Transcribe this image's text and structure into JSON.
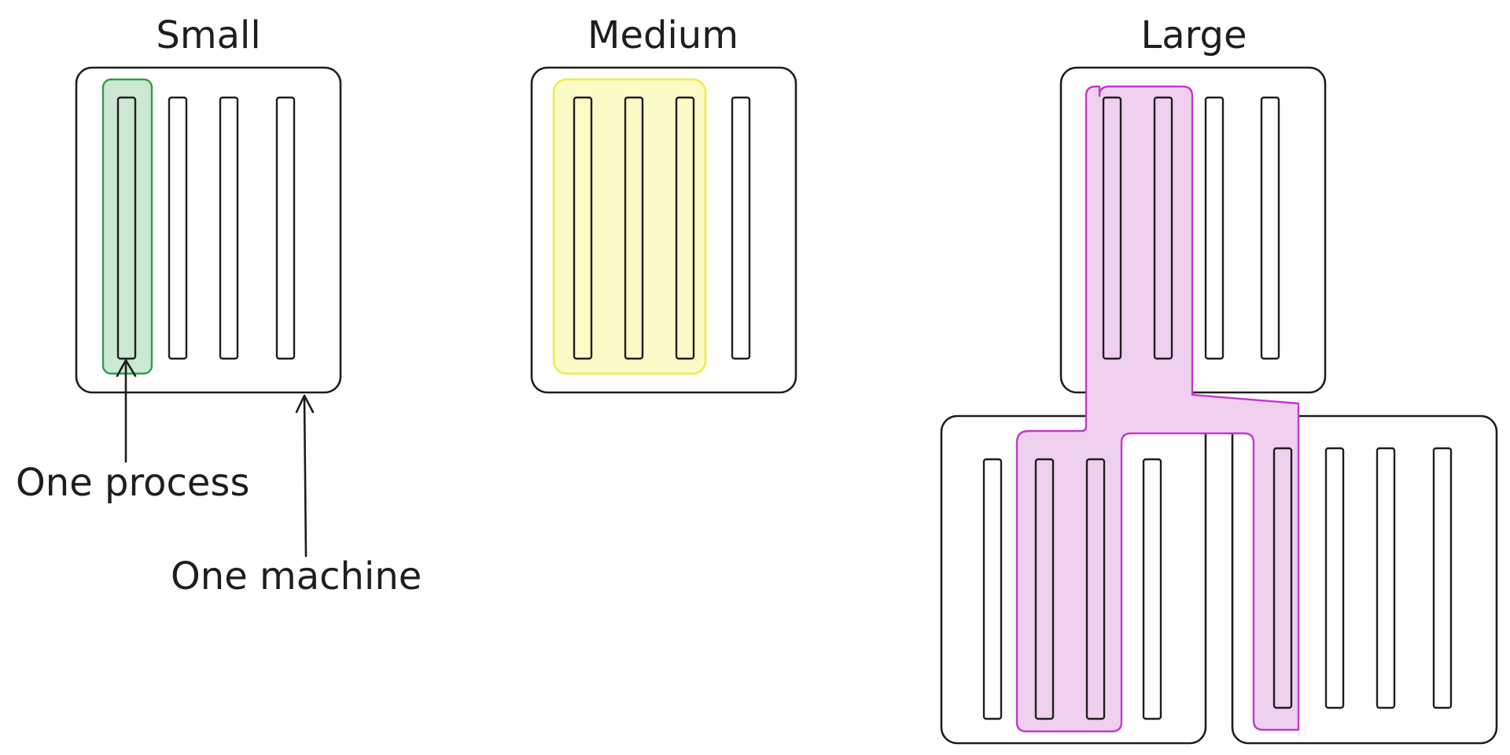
{
  "titles": {
    "small": "Small",
    "medium": "Medium",
    "large": "Large"
  },
  "annotations": {
    "one_process": "One process",
    "one_machine": "One machine"
  },
  "colors": {
    "stroke": "#1e1e1e",
    "small_fill": "#cbe8d3",
    "small_stroke": "#2f9e44",
    "medium_fill": "#fbfbc7",
    "medium_stroke": "#f0ec3c",
    "large_fill": "#f0d0ef",
    "large_stroke": "#c239cc"
  }
}
